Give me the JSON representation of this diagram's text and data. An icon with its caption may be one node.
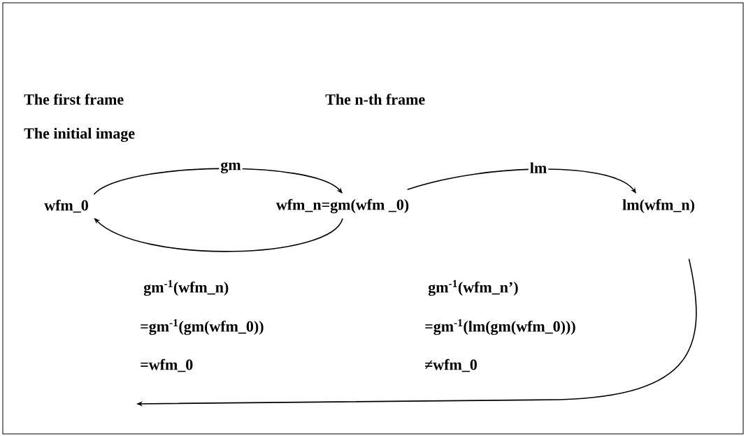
{
  "diagram": {
    "nodes": [
      {
        "text": [
          "wfm_0"
        ]
      },
      {
        "text": [
          "wfm_n=gm(wfm _0)"
        ]
      },
      {
        "text": [
          "lm(wfm_n)"
        ]
      }
    ],
    "edges": [
      {
        "from": 0,
        "to": 1,
        "arrow": "to",
        "label": "gm"
      },
      {
        "from": 1,
        "to": 0,
        "arrow": "to"
      },
      {
        "from": 1,
        "to": 2,
        "arrow": "to",
        "label": "lm"
      },
      {
        "from": 2,
        "to": null,
        "arrow": "to"
      }
    ],
    "labels": [
      "The first frame",
      "The n-th frame",
      "The initial image",
      "gm$^{-1}$(wfm_n)",
      "gm$^{-1}$(wfm_n’)",
      "=gm$^{-1}$(gm(wfm_0))",
      "=gm$^{-1}$(lm(gm(wfm_0)))",
      "=wfm_0",
      "≠wfm_0"
    ]
  }
}
